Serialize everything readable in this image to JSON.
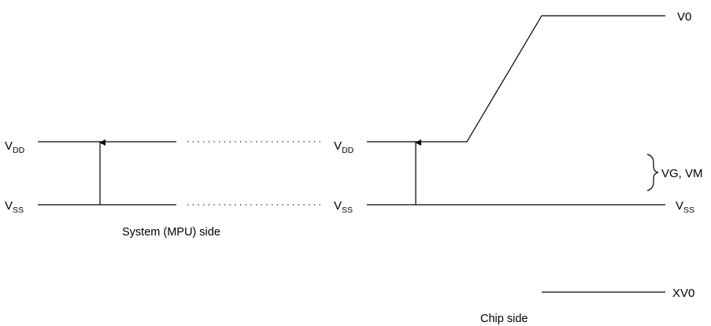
{
  "system_side": {
    "vdd_label": {
      "main": "V",
      "sub": "DD"
    },
    "vss_label": {
      "main": "V",
      "sub": "SS"
    },
    "caption": "System (MPU) side"
  },
  "chip_side": {
    "vdd_label": {
      "main": "V",
      "sub": "DD"
    },
    "vss_label": {
      "main": "V",
      "sub": "SS"
    },
    "vss_right_label": {
      "main": "V",
      "sub": "SS"
    },
    "v0_label": "V0",
    "vg_vm_label": "VG, VM",
    "xv0_label": "XV0",
    "caption": "Chip side"
  }
}
